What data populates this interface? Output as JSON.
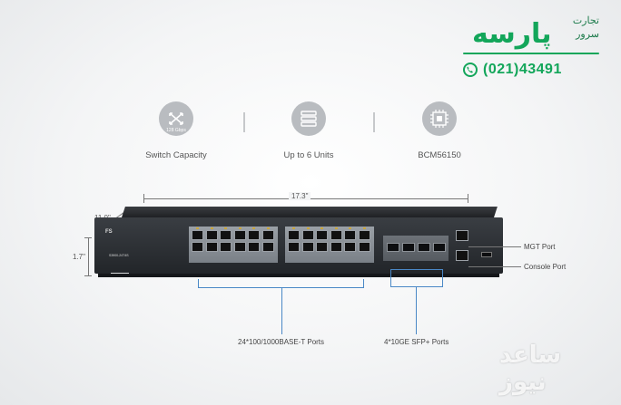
{
  "brand": {
    "name_main": "پارسه",
    "name_sub1": "تجارت",
    "name_sub2": "سرور",
    "phone": "(021)43491",
    "color": "#13a65a"
  },
  "features": [
    {
      "label": "Switch Capacity",
      "icon": "switch-capacity-icon",
      "icon_text": "128 Gbps"
    },
    {
      "label": "Up to 6 Units",
      "icon": "stack-units-icon"
    },
    {
      "label": "BCM56150",
      "icon": "chip-icon"
    }
  ],
  "dimensions": {
    "width": "17.3\"",
    "depth": "11.0\"",
    "height": "1.7\""
  },
  "device": {
    "logo": "FS",
    "model": "S3900-24T4S"
  },
  "callouts": {
    "mgt_port": "MGT Port",
    "console_port": "Console Port",
    "rj45_ports": "24*100/1000BASE-T Ports",
    "sfp_ports": "4*10GE SFP+ Ports"
  },
  "watermark": "ساعد نیوز"
}
